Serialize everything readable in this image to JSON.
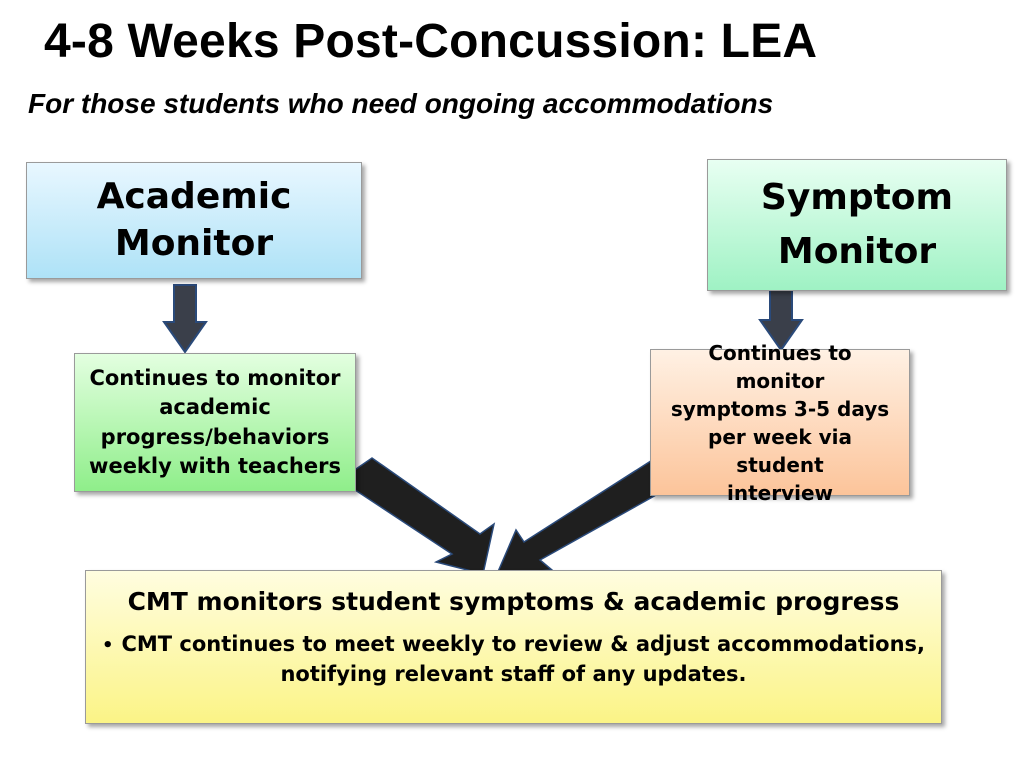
{
  "slide": {
    "title": "4-8 Weeks Post-Concussion: LEA",
    "subtitle": "For those students who need ongoing accommodations"
  },
  "boxes": {
    "academic_monitor": {
      "line1": "Academic",
      "line2": "Monitor"
    },
    "symptom_monitor": {
      "line1": "Symptom",
      "line2": "Monitor"
    },
    "academic_detail": {
      "line1": "Continues to monitor",
      "line2": "academic",
      "line3": "progress/behaviors",
      "line4": "weekly with teachers"
    },
    "symptom_detail": {
      "line1": "Continues to monitor",
      "line2": "symptoms 3-5 days",
      "line3": "per week via student",
      "line4": "interview"
    },
    "cmt": {
      "heading": "CMT monitors student symptoms & academic progress",
      "bullet_line1": "CMT continues to meet weekly to review & adjust accommodations,",
      "bullet_line2": "notifying relevant staff of any updates."
    }
  },
  "colors": {
    "arrow_fill": "#1f1f1f",
    "arrow_down_fill": "#3a3f4a",
    "arrow_down_outline": "#2a4a7a"
  }
}
